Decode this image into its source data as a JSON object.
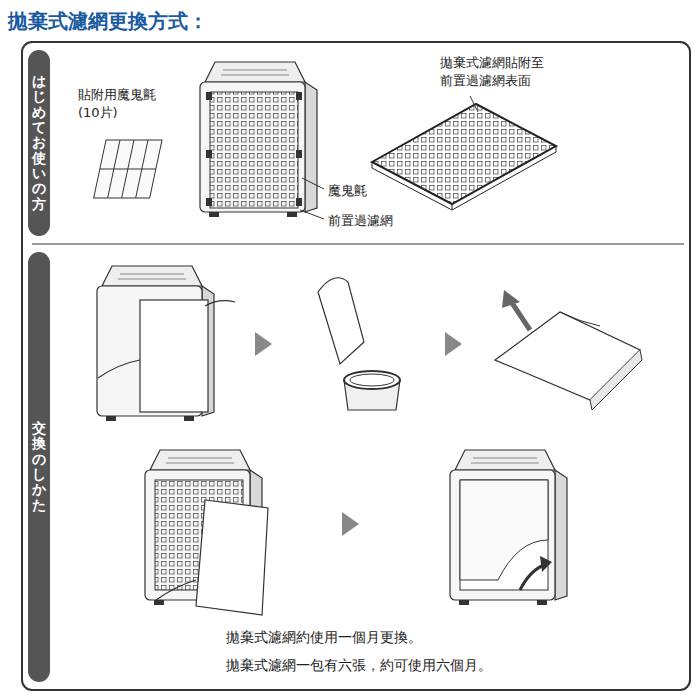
{
  "diagram": {
    "title": "拋棄式濾網更換方式：",
    "nodes": [
      {
        "text": [
          "はじめてお使いの方"
        ]
      },
      {
        "text": [
          "交換のしかた"
        ]
      }
    ],
    "labels": [
      "貼附用魔鬼氈 (10片)",
      "拋棄式濾網貼附至 前置過濾網表面",
      "魔鬼氈",
      "前置過濾網",
      "拋棄式濾網約使用一個月更換。",
      "拋棄式濾網一包有六張，約可使用六個月。"
    ]
  }
}
